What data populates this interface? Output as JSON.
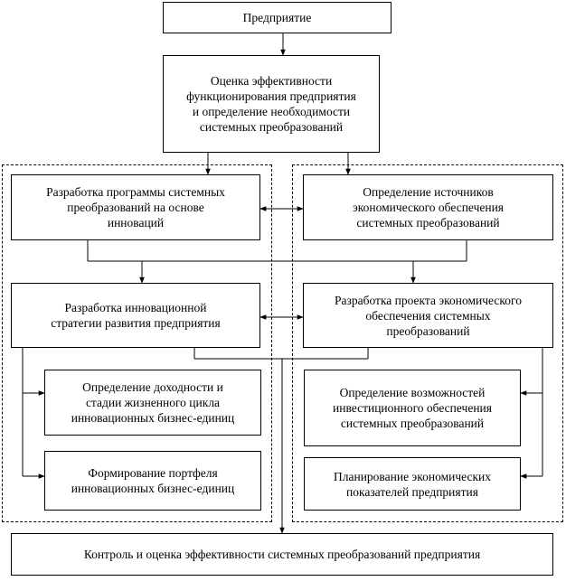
{
  "blocks": {
    "enterprise": "Предприятие",
    "assessment": "Оценка эффективности\nфункционирования предприятия\nи определение необходимости\nсистемных преобразований",
    "program": "Разработка программы системных\nпреобразований на основе\nинноваций",
    "sources": "Определение источников\nэкономического обеспечения\nсистемных преобразований",
    "strategy": "Разработка инновационной\nстратегии развития предприятия",
    "econ_project": "Разработка проекта экономического\nобеспечения системных\nпреобразований",
    "profitability": "Определение доходности  и\nстадии жизненного цикла\nинновационных бизнес-единиц",
    "investment": "Определение возможностей\nинвестиционного обеспечения\nсистемных преобразований",
    "portfolio": "Формирование портфеля\nинновационных бизнес-единиц",
    "planning": "Планирование экономических\nпоказателей предприятия",
    "control": "Контроль и оценка эффективности системных преобразований предприятия"
  }
}
